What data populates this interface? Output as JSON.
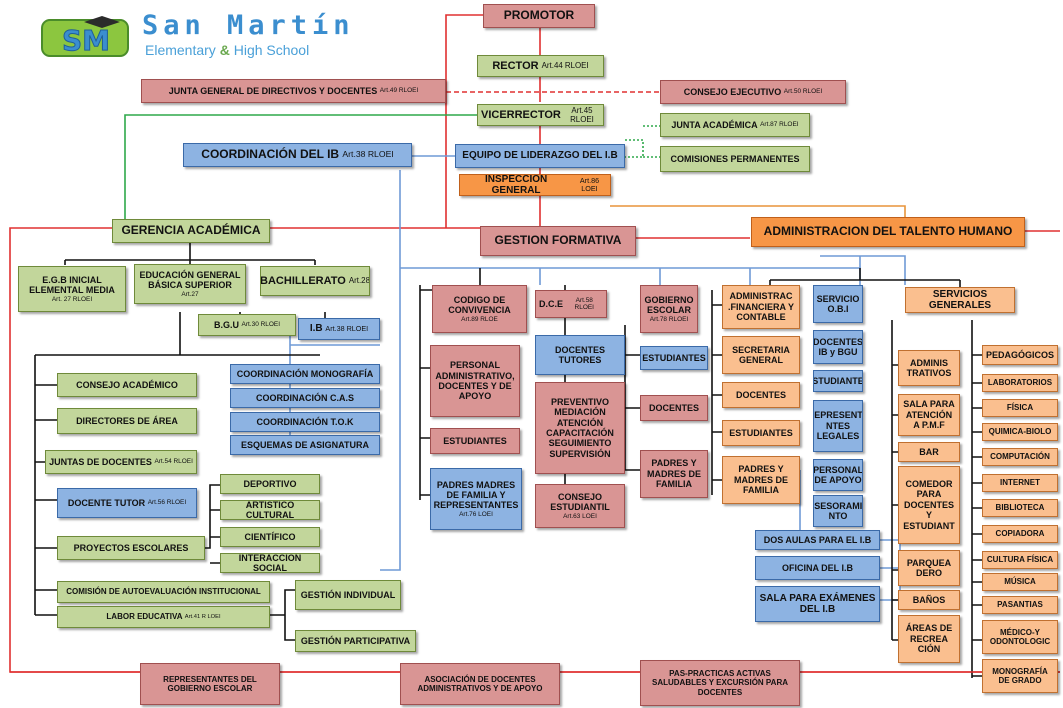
{
  "logo": {
    "letters": "SM",
    "name": "San Martín",
    "tag_pre": "Elementary ",
    "tag_amp": "&",
    "tag_post": " High School"
  },
  "boxes": {
    "promotor": "PROMOTOR",
    "rector": {
      "label": "RECTOR",
      "ref": "Art.44 RLOEI"
    },
    "junta_general": {
      "label": "JUNTA GENERAL DE DIRECTIVOS Y DOCENTES",
      "ref": "Art.49 RLOEI"
    },
    "consejo_ejecutivo": {
      "label": "CONSEJO EJECUTIVO",
      "ref": "Art.50 RLOEI"
    },
    "vicerrector": {
      "label": "VICERRECTOR",
      "ref": "Art.45 RLOEI"
    },
    "junta_academica": {
      "label": "JUNTA ACADÉMICA",
      "ref": "Art.87 RLOEI"
    },
    "comisiones": "COMISIONES PERMANENTES",
    "coordinacion_ib": {
      "label": "COORDINACIÓN DEL IB",
      "ref": "Art.38 RLOEI"
    },
    "equipo_liderazgo": "EQUIPO DE LIDERAZGO DEL I.B",
    "inspeccion": {
      "label": "INSPECCIÓN GENERAL",
      "ref": "Art.86 LOEI"
    },
    "gerencia": "GERENCIA ACADÉMICA",
    "gestion_formativa": "GESTION FORMATIVA",
    "talento_humano": "ADMINISTRACION DEL TALENTO HUMANO",
    "egb_inicial": {
      "label": "E.G.B INICIAL ELEMENTAL MEDIA",
      "ref": "Art. 27 RLOEI"
    },
    "egb_superior": {
      "label": "EDUCACIÓN GENERAL BÁSICA SUPERIOR",
      "ref": "Art.27"
    },
    "bachillerato": {
      "label": "BACHILLERATO",
      "ref": "Art.28"
    },
    "bgu": {
      "label": "B.G.U",
      "ref": "Art.30 RLOEI"
    },
    "ib": {
      "label": "I.B",
      "ref": "Art.38 RLOEI"
    },
    "consejo_academico": "CONSEJO ACADÉMICO",
    "directores_area": "DIRECTORES DE ÁREA",
    "juntas_docentes": {
      "label": "JUNTAS DE DOCENTES",
      "ref": "Art.54 RLOEI"
    },
    "docente_tutor": {
      "label": "DOCENTE TUTOR",
      "ref": "Art.56 RLOEI"
    },
    "proyectos": "PROYECTOS ESCOLARES",
    "deportivo": "DEPORTIVO",
    "artistico": "ARTÍSTICO CULTURAL",
    "cientifico": "CIENTÍFICO",
    "interaccion": "INTERACCIÓN SOCIAL",
    "autoevaluacion": "COMISIÓN DE AUTOEVALUACIÓN INSTITUCIONAL",
    "labor_educativa": {
      "label": "LABOR EDUCATIVA",
      "ref": "Art.41 R LOEI"
    },
    "gestion_individual": "GESTIÓN INDIVIDUAL",
    "gestion_participativa": "GESTIÓN PARTICIPATIVA",
    "coord_monografia": "COORDINACIÓN MONOGRAFÍA",
    "coord_cas": "COORDINACIÓN C.A.S",
    "coord_tok": "COORDINACIÓN T.O.K",
    "esquemas": "ESQUEMAS DE ASIGNATURA",
    "codigo_convivencia": {
      "label": "CODIGO DE CONVIVENCIA",
      "ref": "Art.89 RLOE"
    },
    "personal_admin": "PERSONAL ADMINISTRATIVO, DOCENTES Y DE APOYO",
    "estudiantes_gf": "ESTUDIANTES",
    "padres_representantes": {
      "label": "PADRES MADRES DE FAMILIA Y REPRESENTANTES",
      "ref": "Art.76 LOEI"
    },
    "dce": {
      "label": "D.C.E",
      "ref": "Art.58 RLOEI"
    },
    "docentes_tutores": "DOCENTES TUTORES",
    "preventivo": "PREVENTIVO MEDIACIÓN ATENCIÓN CAPACITACIÓN SEGUIMIENTO SUPERVISIÓN",
    "consejo_estudiantil": {
      "label": "CONSEJO ESTUDIANTIL",
      "ref": "Art.63 LOEI"
    },
    "gobierno_escolar": {
      "label": "GOBIERNO ESCOLAR",
      "ref": "Art.78 RLOEI"
    },
    "estudiantes_ge": "ESTUDIANTES",
    "docentes_ge": "DOCENTES",
    "padres_ge": "PADRES Y MADRES DE FAMILIA",
    "admin_financiera": "ADMINISTRAC .FINANCIERA Y CONTABLE",
    "secretaria": "SECRETARIA GENERAL",
    "docentes_th": "DOCENTES",
    "estudiantes_th": "ESTUDIANTES",
    "padres_th": "PADRES Y MADRES DE FAMILIA",
    "servicio_obi": "SERVICIO O.B.I",
    "docentes_ib_bgu": "DOCENTES IB y BGU",
    "estudiantes_obi": "ESTUDIANTES",
    "representantes_legales": "REPRESENTA NTES LEGALES",
    "personal_apoyo": "PERSONAL DE APOYO",
    "asesoramiento": "ASESORAMIE NTO",
    "dos_aulas": "DOS AULAS PARA EL I.B",
    "oficina_ib": "OFICINA DEL I.B",
    "sala_examenes": "SALA PARA EXÁMENES DEL I.B",
    "servicios_generales": "SERVICIOS GENERALES",
    "administrativos": "ADMINIS TRATIVOS",
    "sala_pmf": "SALA PARA ATENCIÓN A P.M.F",
    "bar": "BAR",
    "comedor": "COMEDOR PARA DOCENTES Y ESTUDIANT",
    "parqueadero": "PARQUEA DERO",
    "banos": "BAÑOS",
    "areas_recreacion": "ÁREAS DE RECREA CIÓN",
    "pedagogicos": "PEDAGÓGICOS",
    "laboratorios": "LABORATORIOS",
    "fisica": "FÍSICA",
    "quimica": "QUIMICA-BIOLO",
    "computacion": "COMPUTACIÓN",
    "internet": "INTERNET",
    "biblioteca": "BIBLIOTECA",
    "copiadora": "COPIADORA",
    "cultura_fisica": "CULTURA FÍSICA",
    "musica": "MÚSICA",
    "pasantias": "PASANTIAS",
    "medico": "MÉDICO-Y ODONTOLOGIC",
    "monografia_grado": "MONOGRAFÍA DE GRADO",
    "representantes_gobierno": "REPRESENTANTES DEL GOBIERNO ESCOLAR",
    "asociacion_docentes": "ASOCIACIÓN DE DOCENTES ADMINISTRATIVOS Y DE APOYO",
    "pas_practicas": "PAS-PRACTICAS ACTIVAS SALUDABLES Y EXCURSIÓN PARA DOCENTES"
  },
  "colors": {
    "red": "#d99594",
    "green": "#c2d69b",
    "blue": "#8db3e2",
    "peach": "#fabf8f",
    "orange": "#f79646"
  }
}
